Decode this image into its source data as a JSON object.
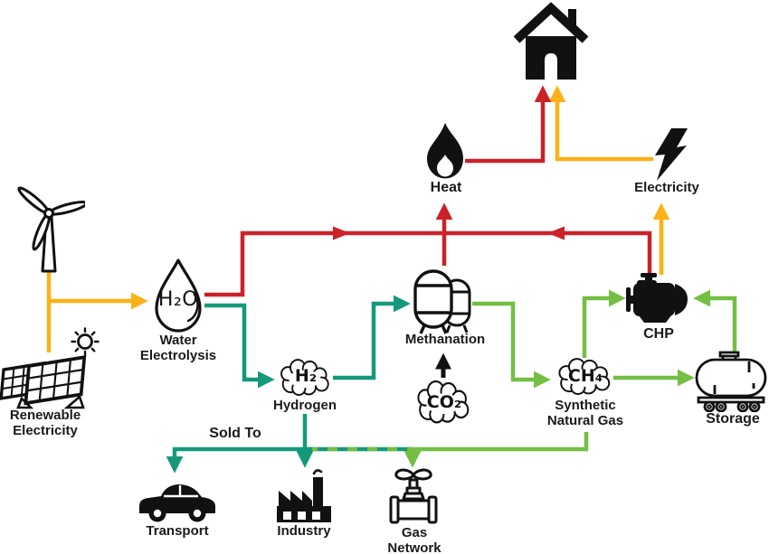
{
  "colors": {
    "electricity": "#FBB117",
    "heat": "#CB2229",
    "hydrogen": "#16997B",
    "gas": "#74BE44",
    "ink": "#111111"
  },
  "nodes": {
    "renewable": {
      "line1": "Renewable",
      "line2": "Electricity"
    },
    "electrolysis": {
      "symbol": "H₂O",
      "line1": "Water",
      "line2": "Electrolysis"
    },
    "hydrogen": {
      "symbol": "H₂",
      "label": "Hydrogen"
    },
    "methanation": {
      "label": "Methanation"
    },
    "co2": {
      "symbol": "CO₂"
    },
    "sng": {
      "symbol": "CH₄",
      "line1": "Synthetic",
      "line2": "Natural Gas"
    },
    "chp": {
      "label": "CHP"
    },
    "storage": {
      "label": "Storage"
    },
    "heat": {
      "label": "Heat"
    },
    "electricity": {
      "label": "Electricity"
    },
    "transport": {
      "label": "Transport"
    },
    "industry": {
      "label": "Industry"
    },
    "gas_network": {
      "line1": "Gas",
      "line2": "Network"
    }
  },
  "annotations": {
    "sold_to": "Sold To"
  }
}
